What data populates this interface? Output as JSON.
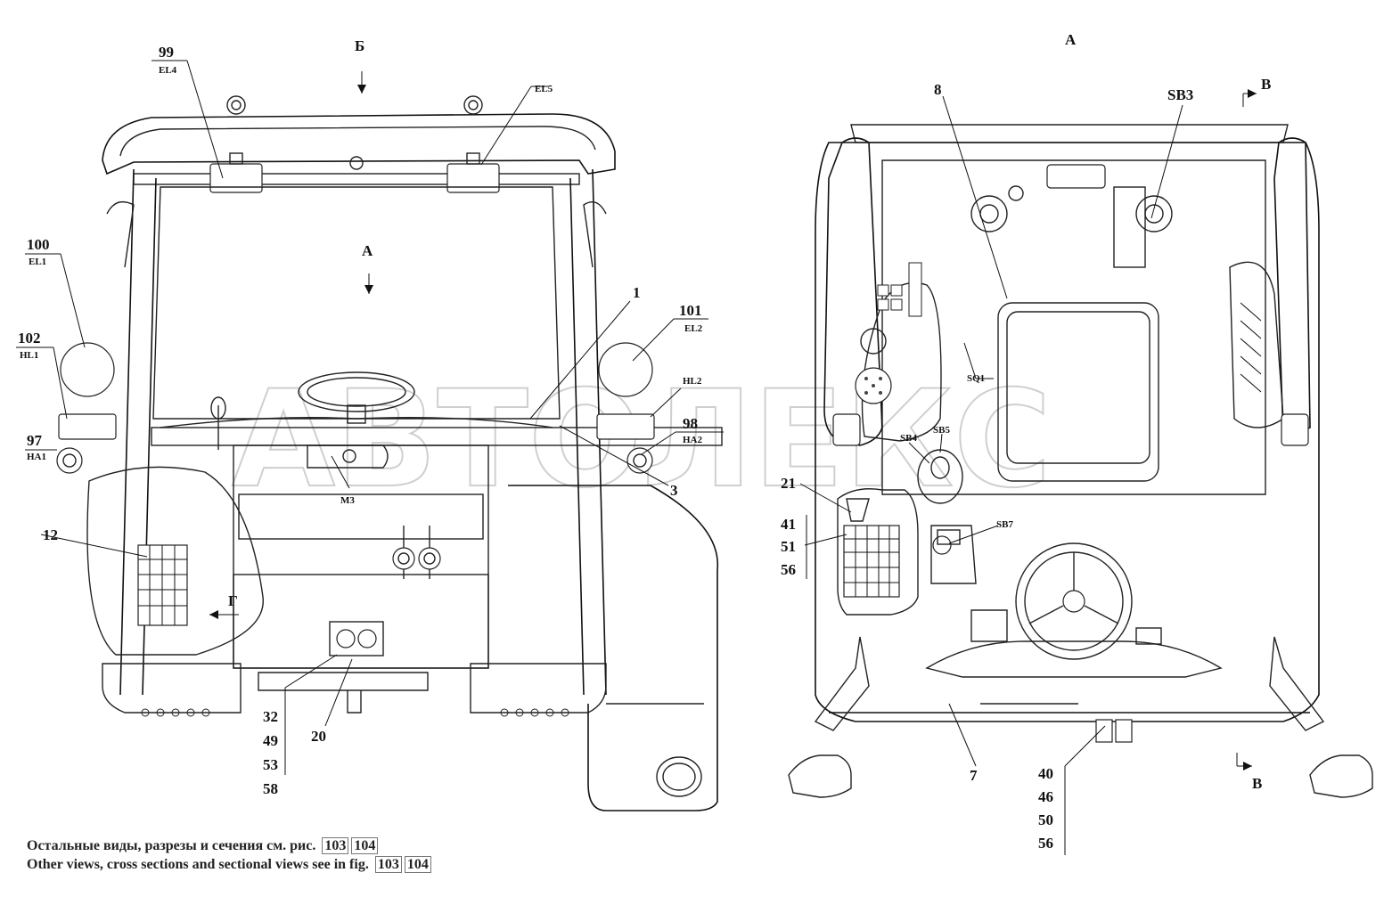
{
  "view_letters": {
    "a_right": "A",
    "b_top": "Б",
    "a_left": "A",
    "g_left": "Г",
    "v_top": "B",
    "v_bottom": "B"
  },
  "callouts": {
    "c99": "99",
    "el4": "EL4",
    "el5": "EL5",
    "c100": "100",
    "el1": "EL1",
    "c102": "102",
    "hl1": "HL1",
    "c97": "97",
    "ha1": "HA1",
    "c12": "12",
    "c1": "1",
    "c101": "101",
    "el2": "EL2",
    "hl2": "HL2",
    "c98": "98",
    "ha2": "HA2",
    "c3": "3",
    "m3": "M3",
    "c20": "20",
    "stack_left": [
      "32",
      "49",
      "53",
      "58"
    ],
    "c8": "8",
    "sb3": "SB3",
    "sq1": "SQ1",
    "sb4": "SB4",
    "sb5": "SB5",
    "sb7": "SB7",
    "c21": "21",
    "stack_mid": [
      "41",
      "51",
      "56"
    ],
    "c7": "7",
    "stack_right": [
      "40",
      "46",
      "50",
      "56"
    ]
  },
  "watermark": "АВТОЛЕКС",
  "footer": {
    "ru": "Остальные виды, разрезы и сечения см. рис.",
    "en": "Other views, cross sections and sectional views see in fig.",
    "fig1": "103",
    "fig2": "104"
  }
}
